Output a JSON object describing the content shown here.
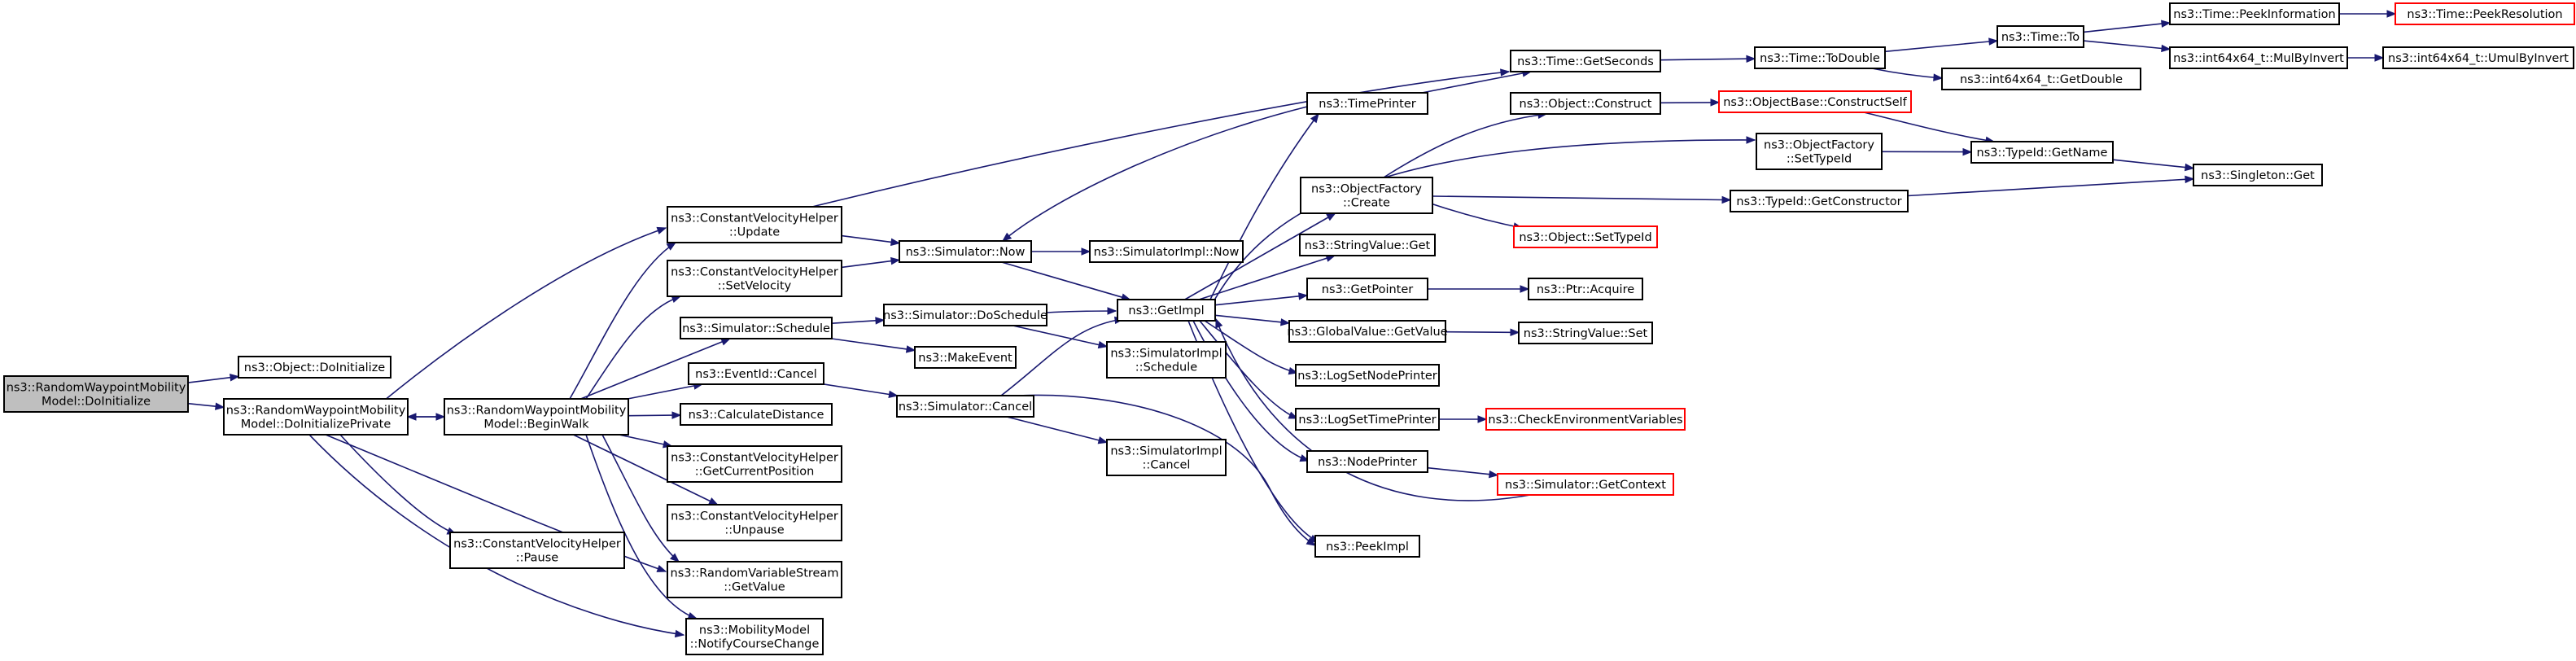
{
  "diagram": {
    "type": "call-graph",
    "colors": {
      "edge": "#191970",
      "root_fill": "#bfbfbf",
      "node_border": "#000000",
      "truncated_border": "#ff0000",
      "node_fill": "#ffffff"
    },
    "nodes": [
      {
        "id": "root",
        "lines": [
          "ns3::RandomWaypointMobility",
          "Model::DoInitialize"
        ],
        "style": "root"
      },
      {
        "id": "objinit",
        "lines": [
          "ns3::Object::DoInitialize"
        ],
        "style": "normal"
      },
      {
        "id": "doinitpriv",
        "lines": [
          "ns3::RandomWaypointMobility",
          "Model::DoInitializePrivate"
        ],
        "style": "normal"
      },
      {
        "id": "beginwalk",
        "lines": [
          "ns3::RandomWaypointMobility",
          "Model::BeginWalk"
        ],
        "style": "normal"
      },
      {
        "id": "pause",
        "lines": [
          "ns3::ConstantVelocityHelper",
          "::Pause"
        ],
        "style": "normal"
      },
      {
        "id": "cvupdate",
        "lines": [
          "ns3::ConstantVelocityHelper",
          "::Update"
        ],
        "style": "normal"
      },
      {
        "id": "setvel",
        "lines": [
          "ns3::ConstantVelocityHelper",
          "::SetVelocity"
        ],
        "style": "normal"
      },
      {
        "id": "schedule",
        "lines": [
          "ns3::Simulator::Schedule"
        ],
        "style": "normal"
      },
      {
        "id": "eventcancel",
        "lines": [
          "ns3::EventId::Cancel"
        ],
        "style": "normal"
      },
      {
        "id": "calcdist",
        "lines": [
          "ns3::CalculateDistance"
        ],
        "style": "normal"
      },
      {
        "id": "getcurpos",
        "lines": [
          "ns3::ConstantVelocityHelper",
          "::GetCurrentPosition"
        ],
        "style": "normal"
      },
      {
        "id": "unpause",
        "lines": [
          "ns3::ConstantVelocityHelper",
          "::Unpause"
        ],
        "style": "normal"
      },
      {
        "id": "rvsget",
        "lines": [
          "ns3::RandomVariableStream",
          "::GetValue"
        ],
        "style": "normal"
      },
      {
        "id": "notify",
        "lines": [
          "ns3::MobilityModel",
          "::NotifyCourseChange"
        ],
        "style": "normal"
      },
      {
        "id": "simnow",
        "lines": [
          "ns3::Simulator::Now"
        ],
        "style": "normal"
      },
      {
        "id": "dosched",
        "lines": [
          "ns3::Simulator::DoSchedule"
        ],
        "style": "normal"
      },
      {
        "id": "makeevent",
        "lines": [
          "ns3::MakeEvent"
        ],
        "style": "normal"
      },
      {
        "id": "simcancel",
        "lines": [
          "ns3::Simulator::Cancel"
        ],
        "style": "normal"
      },
      {
        "id": "implnow",
        "lines": [
          "ns3::SimulatorImpl::Now"
        ],
        "style": "normal"
      },
      {
        "id": "getimpl",
        "lines": [
          "ns3::GetImpl"
        ],
        "style": "normal"
      },
      {
        "id": "implsched",
        "lines": [
          "ns3::SimulatorImpl",
          "::Schedule"
        ],
        "style": "normal"
      },
      {
        "id": "implcancel",
        "lines": [
          "ns3::SimulatorImpl",
          "::Cancel"
        ],
        "style": "normal"
      },
      {
        "id": "timeprinter",
        "lines": [
          "ns3::TimePrinter"
        ],
        "style": "normal"
      },
      {
        "id": "ofcreate",
        "lines": [
          "ns3::ObjectFactory",
          "::Create"
        ],
        "style": "normal"
      },
      {
        "id": "strvalget",
        "lines": [
          "ns3::StringValue::Get"
        ],
        "style": "normal"
      },
      {
        "id": "getpointer",
        "lines": [
          "ns3::GetPointer"
        ],
        "style": "normal"
      },
      {
        "id": "gvgetvalue",
        "lines": [
          "ns3::GlobalValue::GetValue"
        ],
        "style": "normal"
      },
      {
        "id": "logsetnode",
        "lines": [
          "ns3::LogSetNodePrinter"
        ],
        "style": "normal"
      },
      {
        "id": "logsettime",
        "lines": [
          "ns3::LogSetTimePrinter"
        ],
        "style": "normal"
      },
      {
        "id": "nodeprinter",
        "lines": [
          "ns3::NodePrinter"
        ],
        "style": "normal"
      },
      {
        "id": "peekimpl",
        "lines": [
          "ns3::PeekImpl"
        ],
        "style": "normal"
      },
      {
        "id": "getseconds",
        "lines": [
          "ns3::Time::GetSeconds"
        ],
        "style": "normal"
      },
      {
        "id": "objconstruct",
        "lines": [
          "ns3::Object::Construct"
        ],
        "style": "normal"
      },
      {
        "id": "objsettypeid",
        "lines": [
          "ns3::Object::SetTypeId"
        ],
        "style": "truncated"
      },
      {
        "id": "ptracquire",
        "lines": [
          "ns3::Ptr::Acquire"
        ],
        "style": "normal"
      },
      {
        "id": "svset",
        "lines": [
          "ns3::StringValue::Set"
        ],
        "style": "normal"
      },
      {
        "id": "checkenv",
        "lines": [
          "ns3::CheckEnvironmentVariables"
        ],
        "style": "truncated"
      },
      {
        "id": "getcontext",
        "lines": [
          "ns3::Simulator::GetContext"
        ],
        "style": "truncated"
      },
      {
        "id": "todouble",
        "lines": [
          "ns3::Time::ToDouble"
        ],
        "style": "normal"
      },
      {
        "id": "constructself",
        "lines": [
          "ns3::ObjectBase::ConstructSelf"
        ],
        "style": "truncated"
      },
      {
        "id": "ofsettypeid",
        "lines": [
          "ns3::ObjectFactory",
          "::SetTypeId"
        ],
        "style": "normal"
      },
      {
        "id": "getconstructor",
        "lines": [
          "ns3::TypeId::GetConstructor"
        ],
        "style": "normal"
      },
      {
        "id": "timeto",
        "lines": [
          "ns3::Time::To"
        ],
        "style": "normal"
      },
      {
        "id": "getdouble",
        "lines": [
          "ns3::int64x64_t::GetDouble"
        ],
        "style": "normal"
      },
      {
        "id": "typeidgetname",
        "lines": [
          "ns3::TypeId::GetName"
        ],
        "style": "normal"
      },
      {
        "id": "singleton",
        "lines": [
          "ns3::Singleton::Get"
        ],
        "style": "normal"
      },
      {
        "id": "peekinfo",
        "lines": [
          "ns3::Time::PeekInformation"
        ],
        "style": "normal"
      },
      {
        "id": "mulbyinvert",
        "lines": [
          "ns3::int64x64_t::MulByInvert"
        ],
        "style": "normal"
      },
      {
        "id": "peekres",
        "lines": [
          "ns3::Time::PeekResolution"
        ],
        "style": "truncated"
      },
      {
        "id": "umulbyinvert",
        "lines": [
          "ns3::int64x64_t::UmulByInvert"
        ],
        "style": "normal"
      }
    ],
    "edges": [
      [
        "root",
        "objinit"
      ],
      [
        "root",
        "doinitpriv"
      ],
      [
        "doinitpriv",
        "beginwalk"
      ],
      [
        "doinitpriv",
        "cvupdate"
      ],
      [
        "doinitpriv",
        "pause"
      ],
      [
        "doinitpriv",
        "rvsget"
      ],
      [
        "doinitpriv",
        "notify"
      ],
      [
        "beginwalk",
        "doinitpriv"
      ],
      [
        "beginwalk",
        "cvupdate"
      ],
      [
        "beginwalk",
        "setvel"
      ],
      [
        "beginwalk",
        "schedule"
      ],
      [
        "beginwalk",
        "eventcancel"
      ],
      [
        "beginwalk",
        "calcdist"
      ],
      [
        "beginwalk",
        "getcurpos"
      ],
      [
        "beginwalk",
        "unpause"
      ],
      [
        "beginwalk",
        "rvsget"
      ],
      [
        "beginwalk",
        "notify"
      ],
      [
        "cvupdate",
        "simnow"
      ],
      [
        "cvupdate",
        "getseconds"
      ],
      [
        "setvel",
        "simnow"
      ],
      [
        "schedule",
        "dosched"
      ],
      [
        "schedule",
        "makeevent"
      ],
      [
        "eventcancel",
        "simcancel"
      ],
      [
        "simnow",
        "implnow"
      ],
      [
        "simnow",
        "getimpl"
      ],
      [
        "dosched",
        "getimpl"
      ],
      [
        "dosched",
        "implsched"
      ],
      [
        "simcancel",
        "getimpl"
      ],
      [
        "simcancel",
        "implcancel"
      ],
      [
        "simcancel",
        "peekimpl"
      ],
      [
        "getimpl",
        "timeprinter"
      ],
      [
        "getimpl",
        "ofcreate"
      ],
      [
        "getimpl",
        "ofsettypeid"
      ],
      [
        "getimpl",
        "strvalget"
      ],
      [
        "getimpl",
        "getpointer"
      ],
      [
        "getimpl",
        "gvgetvalue"
      ],
      [
        "getimpl",
        "logsetnode"
      ],
      [
        "getimpl",
        "logsettime"
      ],
      [
        "getimpl",
        "nodeprinter"
      ],
      [
        "getimpl",
        "peekimpl"
      ],
      [
        "timeprinter",
        "getseconds"
      ],
      [
        "timeprinter",
        "simnow"
      ],
      [
        "ofcreate",
        "objconstruct"
      ],
      [
        "ofcreate",
        "getconstructor"
      ],
      [
        "ofcreate",
        "objsettypeid"
      ],
      [
        "getpointer",
        "ptracquire"
      ],
      [
        "gvgetvalue",
        "svset"
      ],
      [
        "logsettime",
        "checkenv"
      ],
      [
        "nodeprinter",
        "getcontext"
      ],
      [
        "getcontext",
        "getimpl"
      ],
      [
        "getseconds",
        "todouble"
      ],
      [
        "objconstruct",
        "constructself"
      ],
      [
        "constructself",
        "typeidgetname"
      ],
      [
        "ofsettypeid",
        "typeidgetname"
      ],
      [
        "getconstructor",
        "singleton"
      ],
      [
        "typeidgetname",
        "singleton"
      ],
      [
        "todouble",
        "timeto"
      ],
      [
        "todouble",
        "getdouble"
      ],
      [
        "timeto",
        "peekinfo"
      ],
      [
        "timeto",
        "mulbyinvert"
      ],
      [
        "peekinfo",
        "peekres"
      ],
      [
        "mulbyinvert",
        "umulbyinvert"
      ]
    ]
  }
}
